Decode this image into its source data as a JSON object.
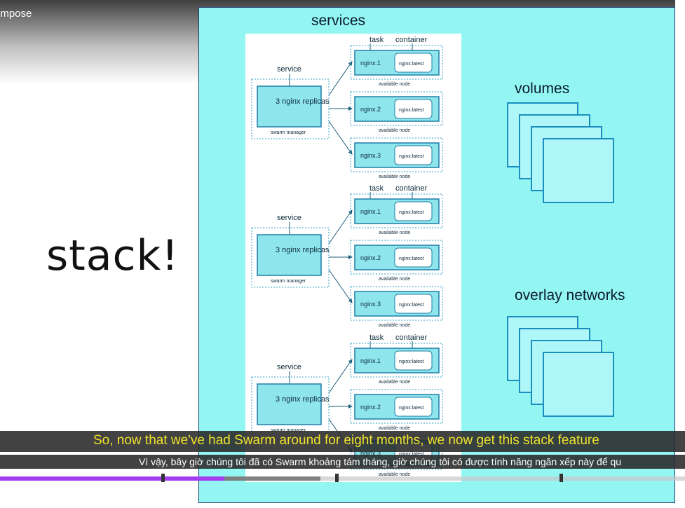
{
  "video": {
    "title_fragment": "ompose"
  },
  "slide": {
    "left_heading": "stack!",
    "services_label": "services",
    "volumes_label": "volumes",
    "overlay_label": "overlay networks",
    "groups": [
      {
        "service_label": "service",
        "replicas_label": "3 nginx replicas",
        "manager_label": "swarm manager",
        "task_header": "task",
        "container_header": "container",
        "tasks": [
          {
            "name": "nginx.1",
            "container": "nginx:latest",
            "node": "available node"
          },
          {
            "name": "nginx.2",
            "container": "nginx:latest",
            "node": "available node"
          },
          {
            "name": "nginx.3",
            "container": "nginx:latest",
            "node": "available node"
          }
        ]
      },
      {
        "service_label": "service",
        "replicas_label": "3 nginx replicas",
        "manager_label": "swarm manager",
        "task_header": "task",
        "container_header": "container",
        "tasks": [
          {
            "name": "nginx.1",
            "container": "nginx:latest",
            "node": "available node"
          },
          {
            "name": "nginx.2",
            "container": "nginx:latest",
            "node": "available node"
          },
          {
            "name": "nginx.3",
            "container": "nginx:latest",
            "node": "available node"
          }
        ]
      },
      {
        "service_label": "service",
        "replicas_label": "3 nginx replicas",
        "manager_label": "swarm manager",
        "task_header": "task",
        "container_header": "container",
        "tasks": [
          {
            "name": "nginx.1",
            "container": "nginx:latest",
            "node": "available node"
          },
          {
            "name": "nginx.2",
            "container": "nginx:latest",
            "node": "available node"
          },
          {
            "name": "nginx.3",
            "container": "nginx:latest",
            "node": "available node"
          }
        ]
      }
    ]
  },
  "captions": {
    "english": "So, now that we've had Swarm around for eight months, we now get this stack feature",
    "vietnamese": "Vì vậy, bây giờ chúng tôi đã có Swarm khoảng tám tháng, giờ chúng tôi có được tính năng ngăn xếp này để qu"
  },
  "player": {
    "progress_played": 0.328,
    "progress_buffered": 0.468,
    "colors": {
      "progress": "#a53df0",
      "caption_en": "#f0e22c",
      "slide_bg": "#93f6f3"
    }
  }
}
